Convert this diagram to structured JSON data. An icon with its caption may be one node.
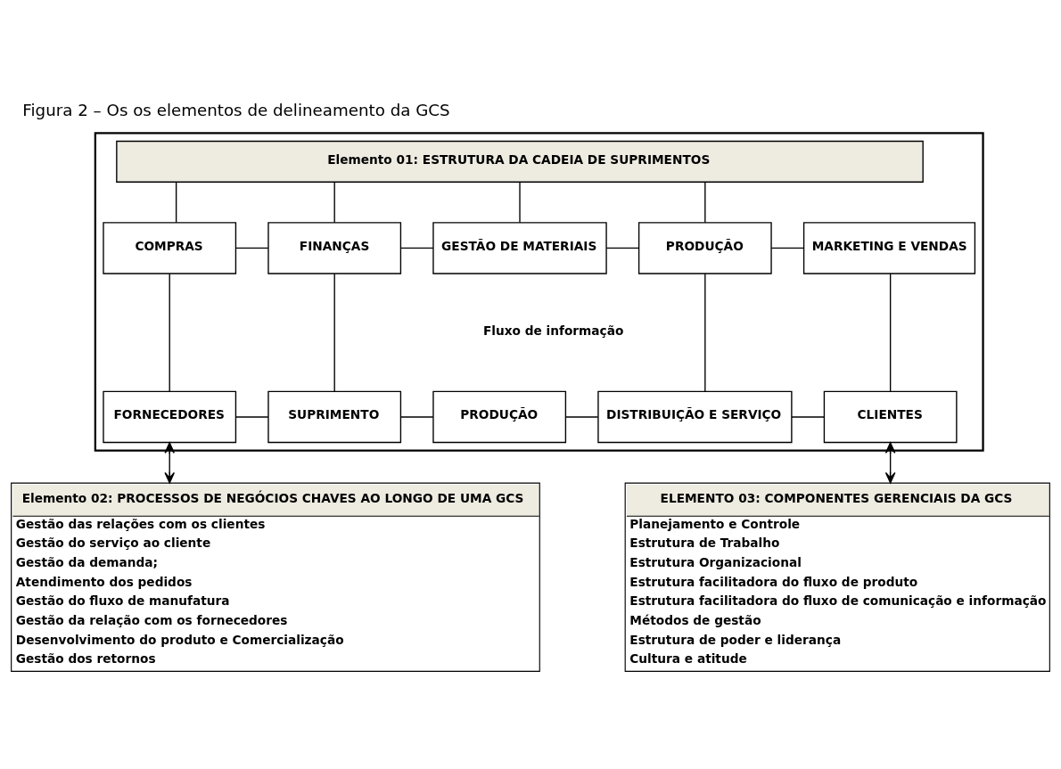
{
  "diagram": {
    "title": "Figura 2 – Os os elementos de delineamento da GCS",
    "nodes": [
      {
        "text": [],
        "shape": "box"
      },
      {
        "text": [
          "Elemento 01: ESTRUTURA DA CADEIA DE SUPRIMENTOS"
        ],
        "in": 0
      },
      {
        "text": [
          "COMPRAS"
        ],
        "in": 0
      },
      {
        "text": [
          "FINANÇAS"
        ],
        "in": 0
      },
      {
        "text": [
          "GESTÃO DE MATERIAIS"
        ],
        "in": 0
      },
      {
        "text": [
          "PRODUÇÃO"
        ],
        "in": 0
      },
      {
        "text": [
          "MARKETING E VENDAS"
        ],
        "in": 0
      },
      {
        "text": [
          "FORNECEDORES"
        ],
        "in": 0
      },
      {
        "text": [
          "SUPRIMENTO"
        ],
        "in": 0
      },
      {
        "text": [
          "PRODUÇÃO"
        ],
        "in": 0
      },
      {
        "text": [
          "DISTRIBUIÇÃO E SERVIÇO"
        ],
        "in": 0
      },
      {
        "text": [
          "CLIENTES"
        ],
        "in": 0
      },
      {
        "text": [
          "Elemento 02: PROCESSOS DE NEGÓCIOS CHAVES AO LONGO DE UMA GCS",
          "Gestão das relações com os clientes",
          "Gestão do serviço ao cliente",
          "Gestão da demanda;",
          "Atendimento dos pedidos",
          "Gestão do fluxo de manufatura",
          "Gestão da relação com os fornecedores",
          "Desenvolvimento do produto e Comercialização",
          "Gestão dos retornos"
        ]
      },
      {
        "text": [
          "ELEMENTO 03: COMPONENTES GERENCIAIS DA GCS",
          "Planejamento e Controle",
          "Estrutura de Trabalho",
          "Estrutura Organizacional",
          "Estrutura facilitadora do fluxo de produto",
          "Estrutura facilitadora do fluxo de comunicação e informação",
          "Métodos de gestão",
          "Estrutura de poder e liderança",
          "Cultura e atitude"
        ]
      }
    ],
    "edges": [
      {
        "from": 1,
        "to": 2,
        "arrow": "none"
      },
      {
        "from": 1,
        "to": 3,
        "arrow": "none"
      },
      {
        "from": 1,
        "to": 4,
        "arrow": "none"
      },
      {
        "from": 1,
        "to": 5,
        "arrow": "none"
      },
      {
        "from": 2,
        "to": 3,
        "arrow": "none"
      },
      {
        "from": 3,
        "to": 4,
        "arrow": "none"
      },
      {
        "from": 4,
        "to": 5,
        "arrow": "none"
      },
      {
        "from": 5,
        "to": 6,
        "arrow": "none"
      },
      {
        "from": 2,
        "to": 7,
        "arrow": "none"
      },
      {
        "from": 3,
        "to": 8,
        "arrow": "none"
      },
      {
        "from": 5,
        "to": 10,
        "arrow": "none"
      },
      {
        "from": 6,
        "to": 11,
        "arrow": "none"
      },
      {
        "from": 7,
        "to": 8,
        "arrow": "none"
      },
      {
        "from": 8,
        "to": 9,
        "arrow": "none"
      },
      {
        "from": 9,
        "to": 10,
        "arrow": "none"
      },
      {
        "from": 10,
        "to": 11,
        "arrow": "none"
      },
      {
        "from": 7,
        "to": 12,
        "arrow": "both"
      },
      {
        "from": 11,
        "to": 13,
        "arrow": "both"
      }
    ],
    "labels": [
      "Fluxo de informação"
    ]
  }
}
